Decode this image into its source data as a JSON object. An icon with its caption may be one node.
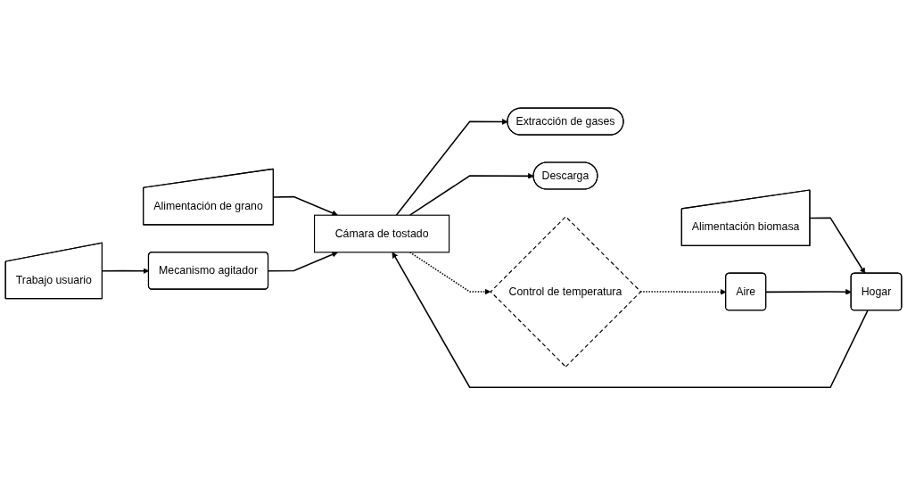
{
  "diagram": {
    "nodes": [
      {
        "text": [
          "Alimentación de grano"
        ]
      },
      {
        "text": [
          "Trabajo usuario"
        ]
      },
      {
        "text": [
          "Mecanismo agitador"
        ]
      },
      {
        "text": [
          "Cámara de tostado"
        ]
      },
      {
        "text": [
          "Extracción de gases"
        ]
      },
      {
        "text": [
          "Descarga"
        ]
      },
      {
        "text": [
          "Alimentación biomasa"
        ]
      },
      {
        "text": [
          "Hogar"
        ]
      },
      {
        "text": [
          "Aire"
        ]
      },
      {
        "text": [
          "Control de temperatura"
        ]
      }
    ],
    "edges": [
      {
        "from": 0,
        "to": 3,
        "arrow": "to"
      },
      {
        "from": 1,
        "to": 2,
        "arrow": "to"
      },
      {
        "from": 2,
        "to": 3,
        "arrow": "to"
      },
      {
        "from": 3,
        "to": 4,
        "arrow": "to"
      },
      {
        "from": 3,
        "to": 5,
        "arrow": "to"
      },
      {
        "from": 6,
        "to": 7,
        "arrow": "to"
      },
      {
        "from": 8,
        "to": 7,
        "arrow": "to"
      },
      {
        "from": 7,
        "to": 3,
        "arrow": "to"
      },
      {
        "from": 3,
        "to": 9,
        "arrow": "to",
        "style": "dashed"
      },
      {
        "from": 9,
        "to": 8,
        "arrow": "to",
        "style": "dashed"
      }
    ]
  }
}
